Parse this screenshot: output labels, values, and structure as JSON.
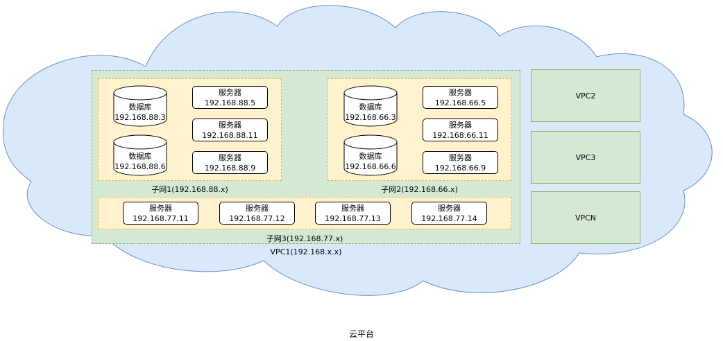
{
  "platform_label": "云平台",
  "vpc1": {
    "label": "VPC1(192.168.x.x)",
    "subnet1": {
      "label": "子网1(192.168.88.x)",
      "databases": [
        {
          "name": "数据库",
          "ip": "192.168.88.3"
        },
        {
          "name": "数据库",
          "ip": "192.168.88.6"
        }
      ],
      "servers": [
        {
          "name": "服务器",
          "ip": "192.168.88.5"
        },
        {
          "name": "服务器",
          "ip": "192.168.88.11"
        },
        {
          "name": "服务器",
          "ip": "192.168.88.9"
        }
      ]
    },
    "subnet2": {
      "label": "子网2(192.168.66.x)",
      "databases": [
        {
          "name": "数据库",
          "ip": "192.168.66.3"
        },
        {
          "name": "数据库",
          "ip": "192.168.66.6"
        }
      ],
      "servers": [
        {
          "name": "服务器",
          "ip": "192.168.66.5"
        },
        {
          "name": "服务器",
          "ip": "192.168.66.11"
        },
        {
          "name": "服务器",
          "ip": "192.168.66.9"
        }
      ]
    },
    "subnet3": {
      "label": "子网3(192.168.77.x)",
      "servers": [
        {
          "name": "服务器",
          "ip": "192.168.77.11"
        },
        {
          "name": "服务器",
          "ip": "192.168.77.12"
        },
        {
          "name": "服务器",
          "ip": "192.168.77.13"
        },
        {
          "name": "服务器",
          "ip": "192.168.77.14"
        }
      ]
    }
  },
  "other_vpcs": [
    "VPC2",
    "VPC3",
    "VPCN"
  ],
  "colors": {
    "cloud_fill": "#dae8fc",
    "cloud_stroke": "#6c8ebf",
    "vpc_fill": "#d5e8d4",
    "vpc_stroke": "#82b366",
    "subnet_fill": "#fff2cc",
    "subnet_stroke": "#d6b656"
  }
}
